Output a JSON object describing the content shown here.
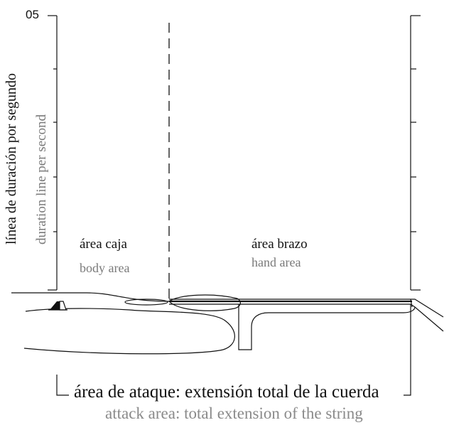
{
  "diagram": {
    "y_axis_tick_label": "05",
    "y_axis_title_es": "línea de duración por segundo",
    "y_axis_title_en": "duration line per second",
    "body_area_es": "área caja",
    "body_area_en": "body area",
    "hand_area_es": "área brazo",
    "hand_area_en": "hand area",
    "attack_area_es": "área de ataque: extensión total de la cuerda",
    "attack_area_en": "attack area: total extension of the string"
  },
  "colors": {
    "line": "#111111",
    "secondary_text": "#7a7a7a"
  }
}
